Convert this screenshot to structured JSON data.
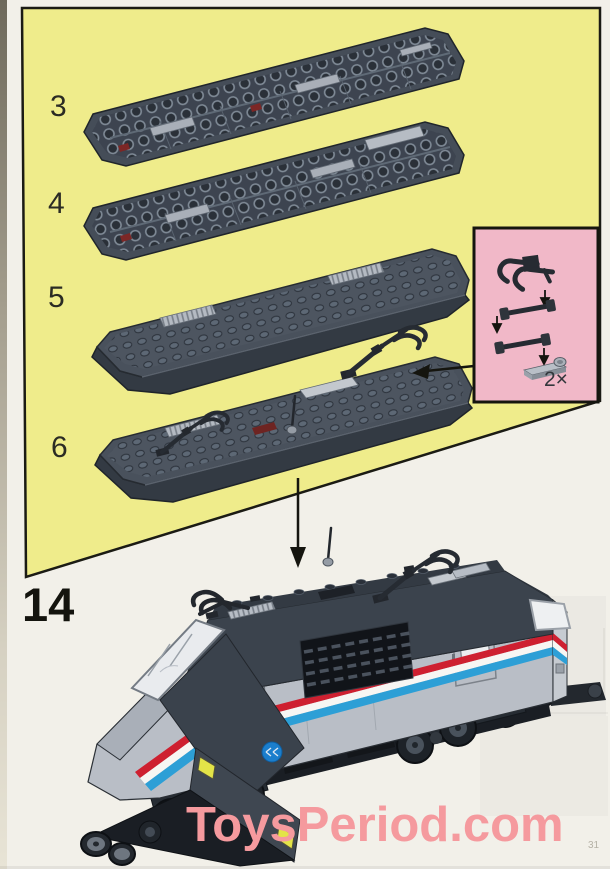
{
  "page": {
    "watermark": "ToysPeriod.com",
    "page_number": "31",
    "background_color": "#f2f0e9",
    "watermark_color": "#f59a9e"
  },
  "panel": {
    "background_color": "#efec8b",
    "border_color": "#1b1b14",
    "steps": [
      {
        "number": "3"
      },
      {
        "number": "4"
      },
      {
        "number": "5"
      },
      {
        "number": "6"
      }
    ]
  },
  "inset": {
    "background_color": "#f1b8c8",
    "border_color": "#15150f",
    "quantity_label": "2×",
    "parts": [
      "pantograph-shoe-icon",
      "pantograph-arm-icon",
      "pantograph-arm-icon",
      "hinge-plate-icon"
    ]
  },
  "final_step": {
    "number": "14"
  },
  "colors": {
    "plate_dark": "#454d58",
    "body_dark": "#3b434d",
    "body_light": "#b9bec6",
    "stripe_red": "#ce2030",
    "stripe_white": "#f7f6f3",
    "stripe_blue": "#2d9fd6",
    "headlight_yellow": "#e3e448",
    "logo_blue": "#1b7ecc"
  }
}
